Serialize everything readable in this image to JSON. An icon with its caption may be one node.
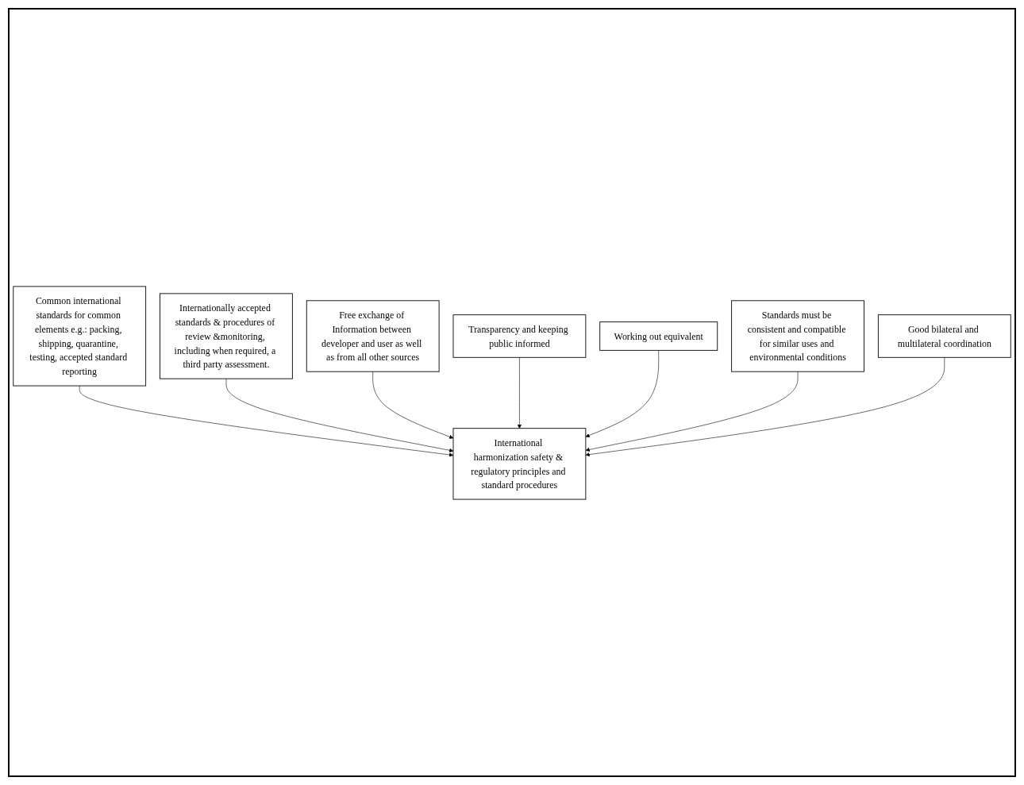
{
  "diagram": {
    "nodes": [
      {
        "text": [
          "Common international standards for common elements e.g.: packing, shipping, quarantine, testing, accepted standard reporting"
        ]
      },
      {
        "text": [
          "Internationally accepted standards & procedures of review &monitoring, including when required, a third party assessment."
        ]
      },
      {
        "text": [
          "Free exchange of Information between developer and user as well as from all other sources"
        ]
      },
      {
        "text": [
          "International harmonization safety & regulatory principles and standard procedures"
        ]
      },
      {
        "text": [
          "Transparency and keeping public informed"
        ]
      },
      {
        "text": [
          "Working out equivalent"
        ]
      },
      {
        "text": [
          "Standards must be consistent and compatible for similar uses and environmental conditions"
        ]
      },
      {
        "text": [
          "Good bilateral and multilateral coordination"
        ]
      }
    ],
    "edges": [
      {
        "from": 0,
        "to": 3,
        "arrow": "to"
      },
      {
        "from": 1,
        "to": 3,
        "arrow": "to"
      },
      {
        "from": 2,
        "to": 3,
        "arrow": "to"
      },
      {
        "from": 4,
        "to": 3,
        "arrow": "to"
      },
      {
        "from": 5,
        "to": 3,
        "arrow": "to"
      },
      {
        "from": 6,
        "to": 3,
        "arrow": "to"
      },
      {
        "from": 7,
        "to": 3,
        "arrow": "to"
      }
    ]
  }
}
